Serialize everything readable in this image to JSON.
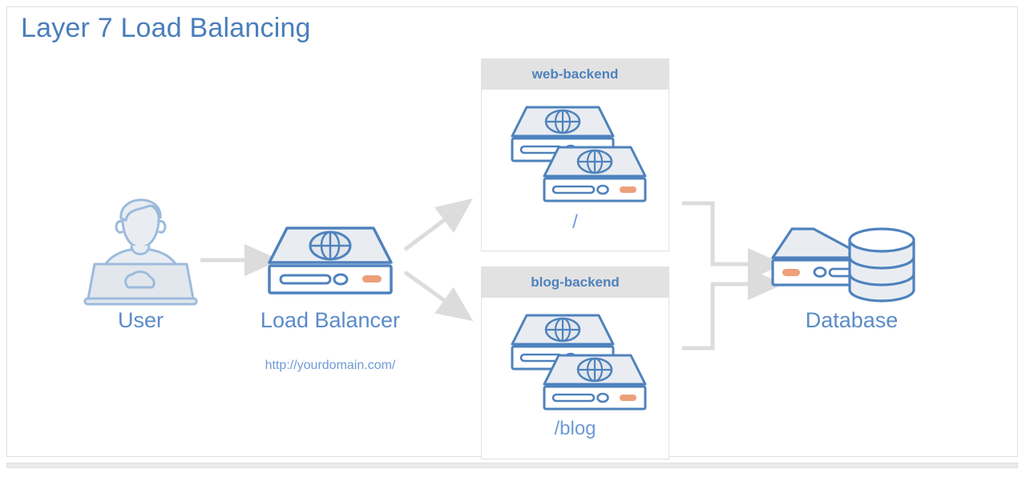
{
  "page": {
    "title": "Layer 7 Load Balancing",
    "background": "#ffffff",
    "accent_blue": "#4a7ebb",
    "icon_blue": "#5b8bc9",
    "icon_fill": "#e9edf2",
    "accent_orange": "#eda07a",
    "arrow_gray": "#dcdcdc",
    "group_header_gray": "#e2e2e2"
  },
  "nodes": {
    "user": {
      "label": "User",
      "icon": "user-laptop-icon"
    },
    "load_balancer": {
      "label": "Load Balancer",
      "url": "http://yourdomain.com/",
      "icon": "server-globe-icon"
    },
    "database": {
      "label": "Database",
      "icon": "database-stack-icon"
    }
  },
  "groups": [
    {
      "name": "web-backend",
      "path": "/",
      "servers": 2,
      "icon": "server-globe-icon"
    },
    {
      "name": "blog-backend",
      "path": "/blog",
      "servers": 2,
      "icon": "server-globe-icon"
    }
  ],
  "connectors": [
    {
      "name": "user-to-load-balancer",
      "style": "straight-arrow"
    },
    {
      "name": "load-balancer-to-web-backend",
      "style": "diagonal-arrow-up"
    },
    {
      "name": "load-balancer-to-blog-backend",
      "style": "diagonal-arrow-down"
    },
    {
      "name": "web-backend-to-database",
      "style": "elbow-arrow"
    },
    {
      "name": "blog-backend-to-database",
      "style": "elbow-arrow"
    }
  ]
}
